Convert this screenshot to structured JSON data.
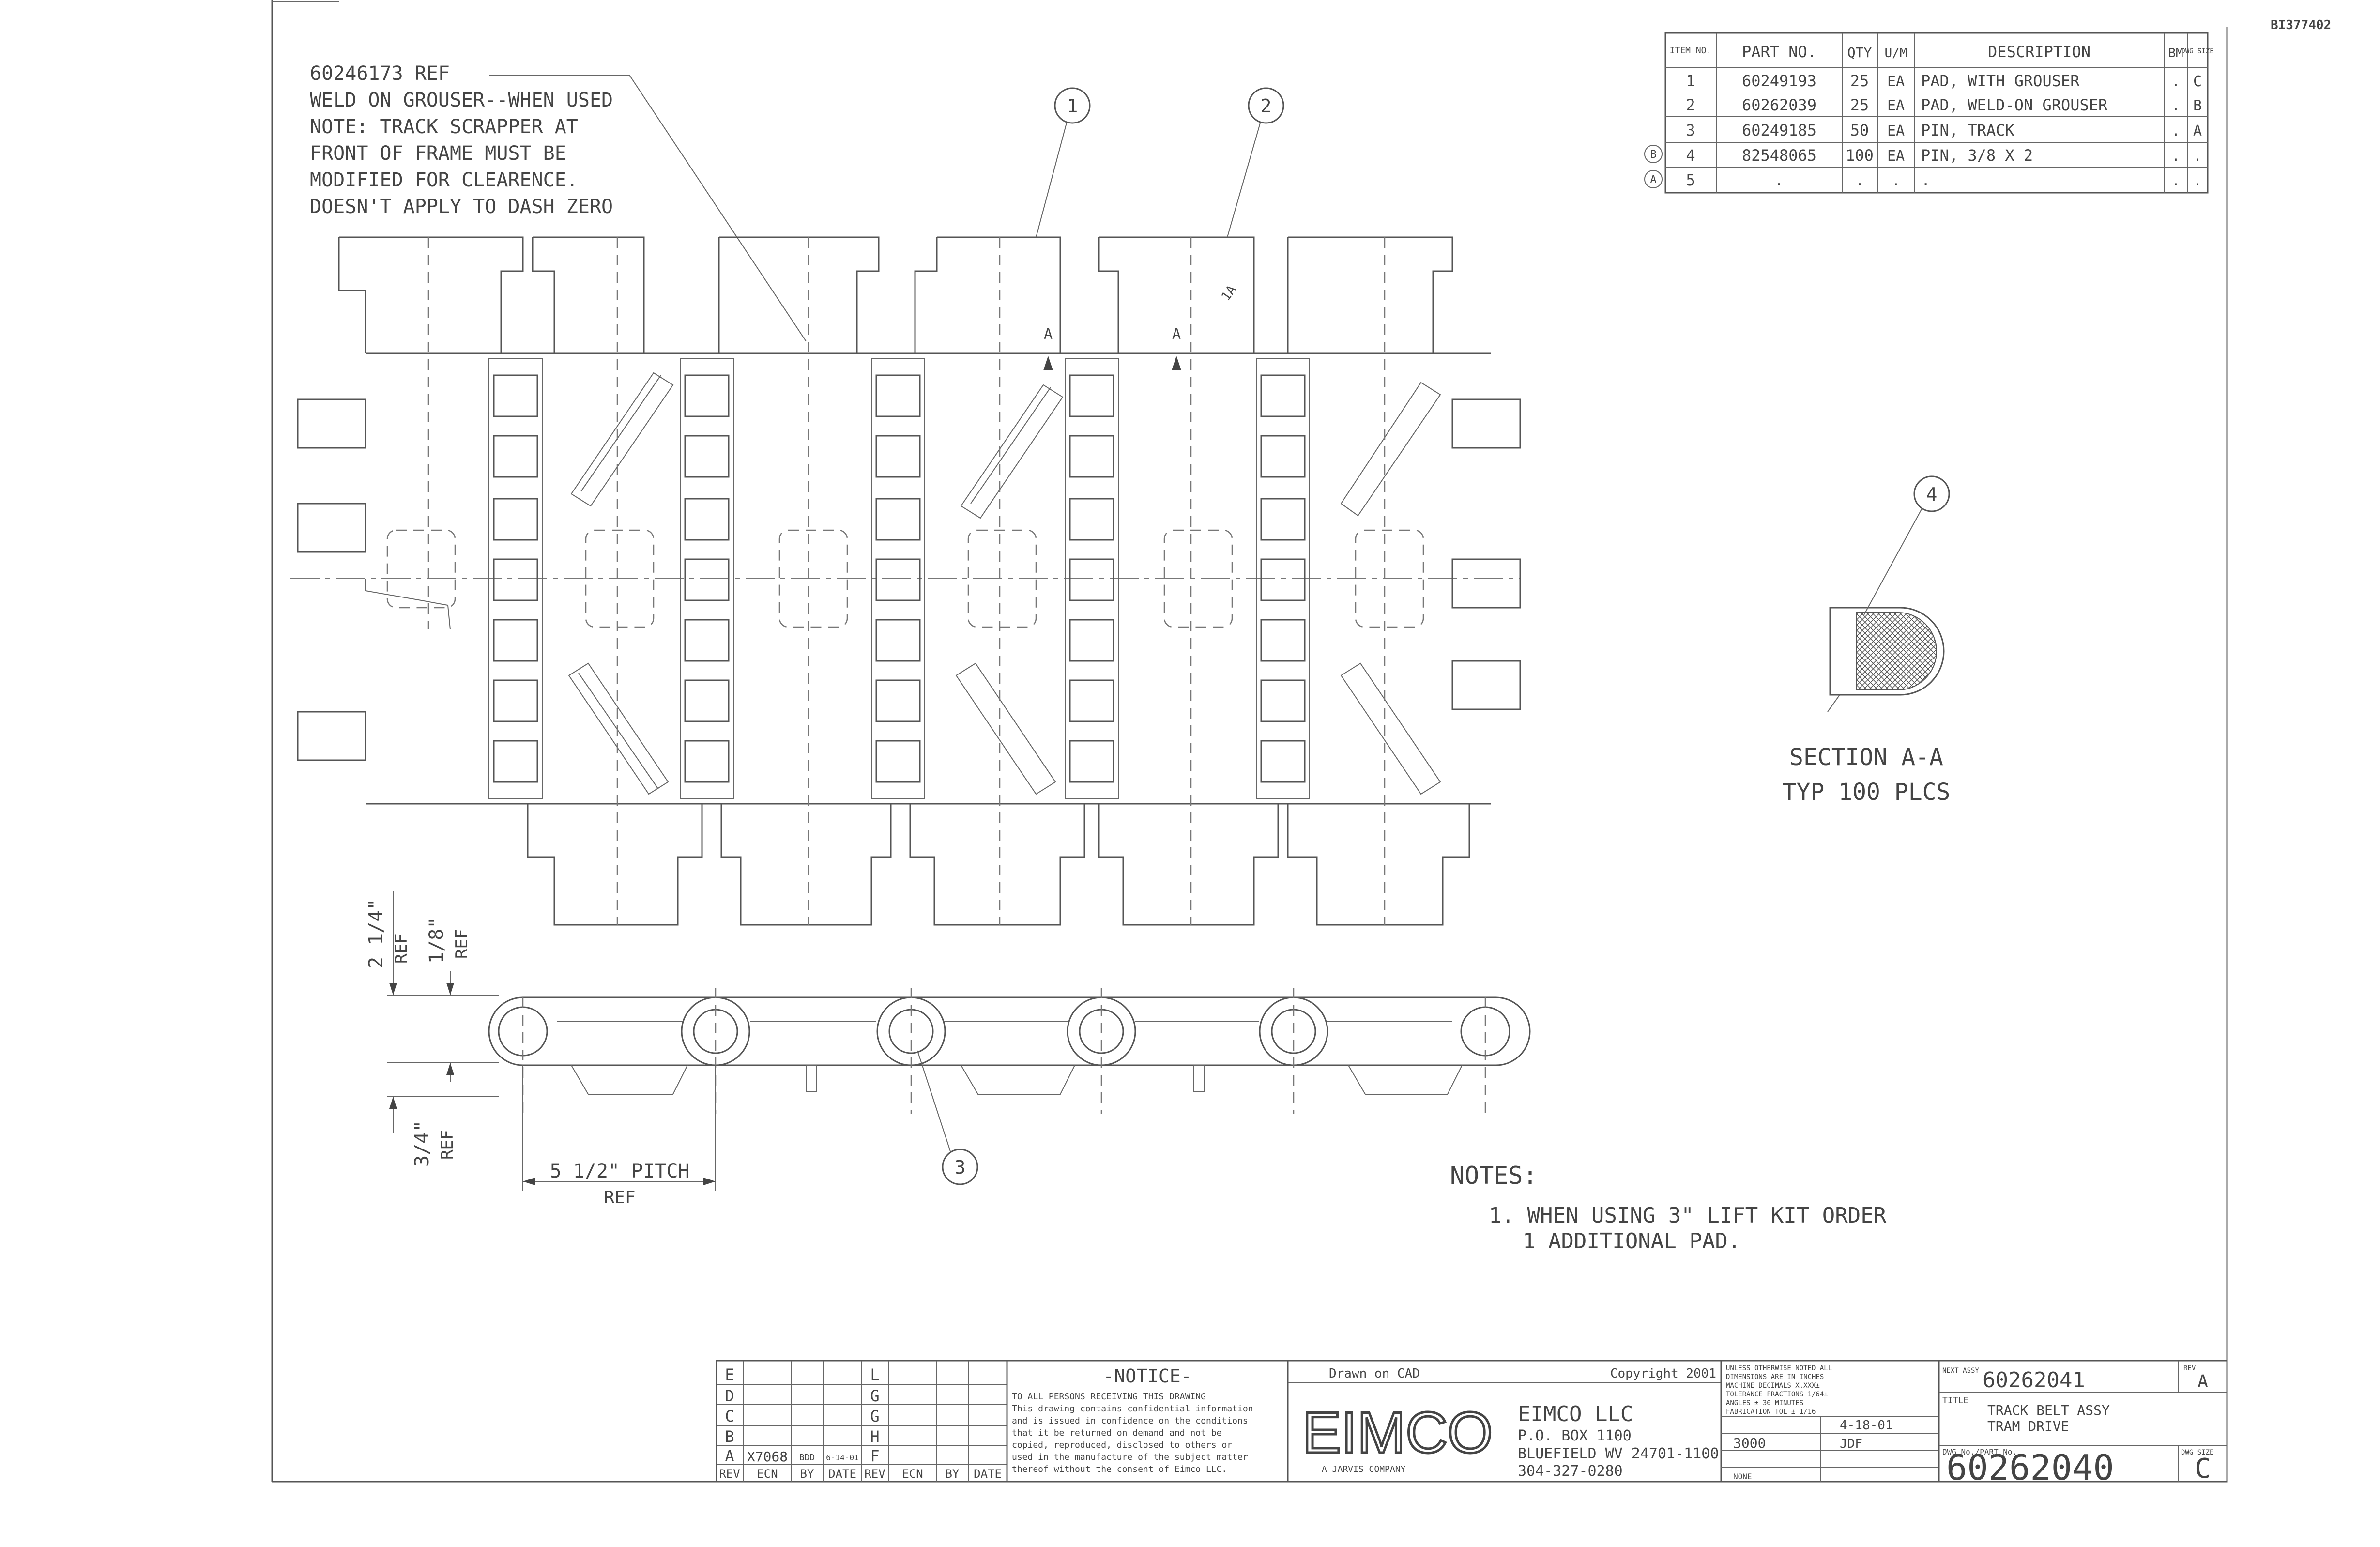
{
  "corner_id": "BI377402",
  "ref_note": [
    "60246173 REF",
    "WELD ON GROUSER--WHEN USED",
    "NOTE: TRACK SCRAPPER AT",
    "FRONT OF FRAME MUST BE",
    "MODIFIED FOR CLEARENCE.",
    "DOESN'T APPLY TO DASH ZERO"
  ],
  "bom": {
    "headers": [
      "ITEM NO.",
      "PART NO.",
      "QTY",
      "U/M",
      "DESCRIPTION",
      "BM",
      "DWG SIZE"
    ],
    "rows": [
      {
        "item": "1",
        "part": "60249193",
        "qty": "25",
        "um": "EA",
        "desc": "PAD, WITH GROUSER",
        "bm": ".",
        "size": "C",
        "rev": ""
      },
      {
        "item": "2",
        "part": "60262039",
        "qty": "25",
        "um": "EA",
        "desc": "PAD, WELD-ON GROUSER",
        "bm": ".",
        "size": "B",
        "rev": ""
      },
      {
        "item": "3",
        "part": "60249185",
        "qty": "50",
        "um": "EA",
        "desc": "PIN, TRACK",
        "bm": ".",
        "size": "A",
        "rev": ""
      },
      {
        "item": "4",
        "part": "82548065",
        "qty": "100",
        "um": "EA",
        "desc": "PIN, 3/8 X 2",
        "bm": ".",
        "size": ".",
        "rev": "B"
      },
      {
        "item": "5",
        "part": ".",
        "qty": ".",
        "um": ".",
        "desc": ".",
        "bm": ".",
        "size": ".",
        "rev": "A"
      }
    ]
  },
  "balloons": [
    "1",
    "2",
    "3",
    "4"
  ],
  "section_marks": [
    "A",
    "A",
    "1A"
  ],
  "section_caption": [
    "SECTION A-A",
    "TYP 100 PLCS"
  ],
  "dimensions": {
    "d1": "2 1/4\"",
    "d1_ref": "REF",
    "d2": "1/8\"",
    "d2_ref": "REF",
    "d3": "3/4\"",
    "d3_ref": "REF",
    "pitch": "5 1/2\" PITCH",
    "pitch_ref": "REF"
  },
  "notes": {
    "heading": "NOTES:",
    "items": [
      "1. WHEN USING 3\" LIFT KIT ORDER",
      "1 ADDITIONAL PAD."
    ]
  },
  "revisions": {
    "left_letters": [
      "E",
      "D",
      "C",
      "B",
      "A"
    ],
    "right_letters": [
      "L",
      "G",
      "G",
      "H",
      "F"
    ],
    "row_a_ecn": "X7068",
    "row_a_by": "BDD",
    "row_a_date": "6-14-01",
    "headers": [
      "REV",
      "ECN",
      "BY",
      "DATE",
      "REV",
      "ECN",
      "BY",
      "DATE"
    ]
  },
  "notice": {
    "title": "-NOTICE-",
    "lines": [
      "TO ALL PERSONS RECEIVING THIS DRAWING",
      "This drawing contains confidential information",
      "and is issued in confidence on the conditions",
      "that it be returned on demand and not be",
      "copied, reproduced, disclosed to others or",
      "used in the manufacture of the subject matter",
      "thereof without the consent of Eimco LLC."
    ]
  },
  "company": {
    "drawn_on": "Drawn on CAD",
    "copyright": "Copyright 2001",
    "logo": "EIMCO",
    "logo_sub": "A JARVIS COMPANY",
    "name": "EIMCO LLC",
    "address": [
      "P.O. BOX 1100",
      "BLUEFIELD WV 24701-1100",
      "304-327-0280"
    ]
  },
  "title_block": {
    "next_assy_label": "NEXT ASSY",
    "next_assy": "60262041",
    "rev_label": "REV",
    "rev": "A",
    "title_label": "TITLE",
    "title_lines": [
      "TRACK BELT ASSY",
      "TRAM DRIVE"
    ],
    "dwg_label": "DWG No./PART No.",
    "dwg_no": "60262040",
    "size_label": "DWG SIZE",
    "size": "C",
    "date": "4-18-01",
    "drawn_by": "JDF",
    "model": "3000",
    "scale": "NONE"
  },
  "standards_text": [
    "UNLESS OTHERWISE NOTED ALL",
    "DIMENSIONS ARE IN INCHES",
    "MACHINE DECIMALS X.XXX±",
    "TOLERANCE FRACTIONS 1/64±",
    "ANGLES ± 30 MINUTES",
    "FABRICATION TOL ± 1/16"
  ]
}
